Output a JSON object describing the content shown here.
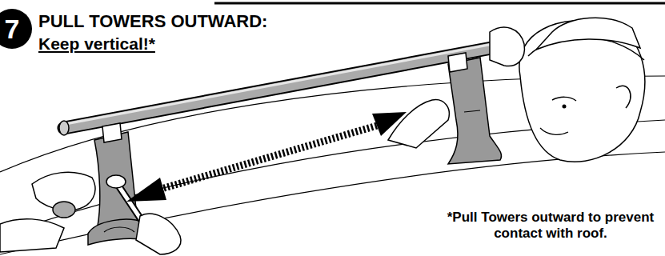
{
  "diagram": {
    "title": "PULL TOWERS OUTWARD:",
    "nodes": [
      {
        "text": [
          "7"
        ]
      }
    ],
    "labels": [
      "Keep vertical!*",
      "*Pull Towers outward to prevent contact with roof."
    ]
  }
}
